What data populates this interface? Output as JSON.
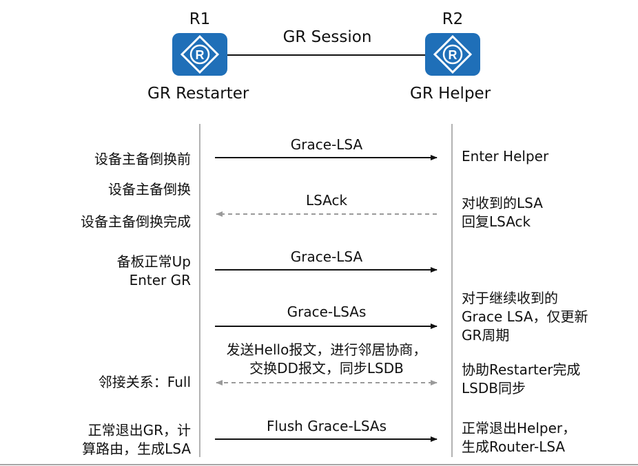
{
  "routers": {
    "r1": {
      "name": "R1",
      "role": "GR Restarter"
    },
    "r2": {
      "name": "R2",
      "role": "GR Helper"
    },
    "session_label": "GR Session",
    "color": "#1f6fb8"
  },
  "messages": [
    {
      "label": "Grace-LSA",
      "direction": "to-helper",
      "style": "solid"
    },
    {
      "label": "LSAck",
      "direction": "to-restarter",
      "style": "dashed"
    },
    {
      "label": "Grace-LSA",
      "direction": "to-helper",
      "style": "solid"
    },
    {
      "label": "Grace-LSAs",
      "direction": "to-helper",
      "style": "solid"
    },
    {
      "label_lines": [
        "发送Hello报文，进行邻居协商，",
        "交换DD报文，同步LSDB"
      ],
      "direction": "both",
      "style": "dashed"
    },
    {
      "label": "Flush Grace-LSAs",
      "direction": "to-helper",
      "style": "solid"
    }
  ],
  "restarter_notes": [
    {
      "lines": [
        "设备主备倒换前"
      ]
    },
    {
      "lines": [
        "设备主备倒换"
      ]
    },
    {
      "lines": [
        "设备主备倒换完成"
      ]
    },
    {
      "lines": [
        "备板正常Up",
        "Enter GR"
      ]
    },
    {
      "lines": [
        "邻接关系：Full"
      ]
    },
    {
      "lines": [
        "正常退出GR，计",
        "算路由，生成LSA"
      ]
    }
  ],
  "helper_notes": [
    {
      "lines": [
        "Enter Helper"
      ]
    },
    {
      "lines": [
        "对收到的LSA",
        "回复LSAck"
      ]
    },
    {
      "lines": [
        "对于继续收到的",
        "Grace LSA，仅更新",
        "GR周期"
      ]
    },
    {
      "lines": [
        "协助Restarter完成",
        "LSDB同步"
      ]
    },
    {
      "lines": [
        "正常退出Helper，",
        "生成Router-LSA"
      ]
    }
  ],
  "colors": {
    "line": "#111111",
    "dashed": "#999999",
    "timeline": "#999999"
  }
}
